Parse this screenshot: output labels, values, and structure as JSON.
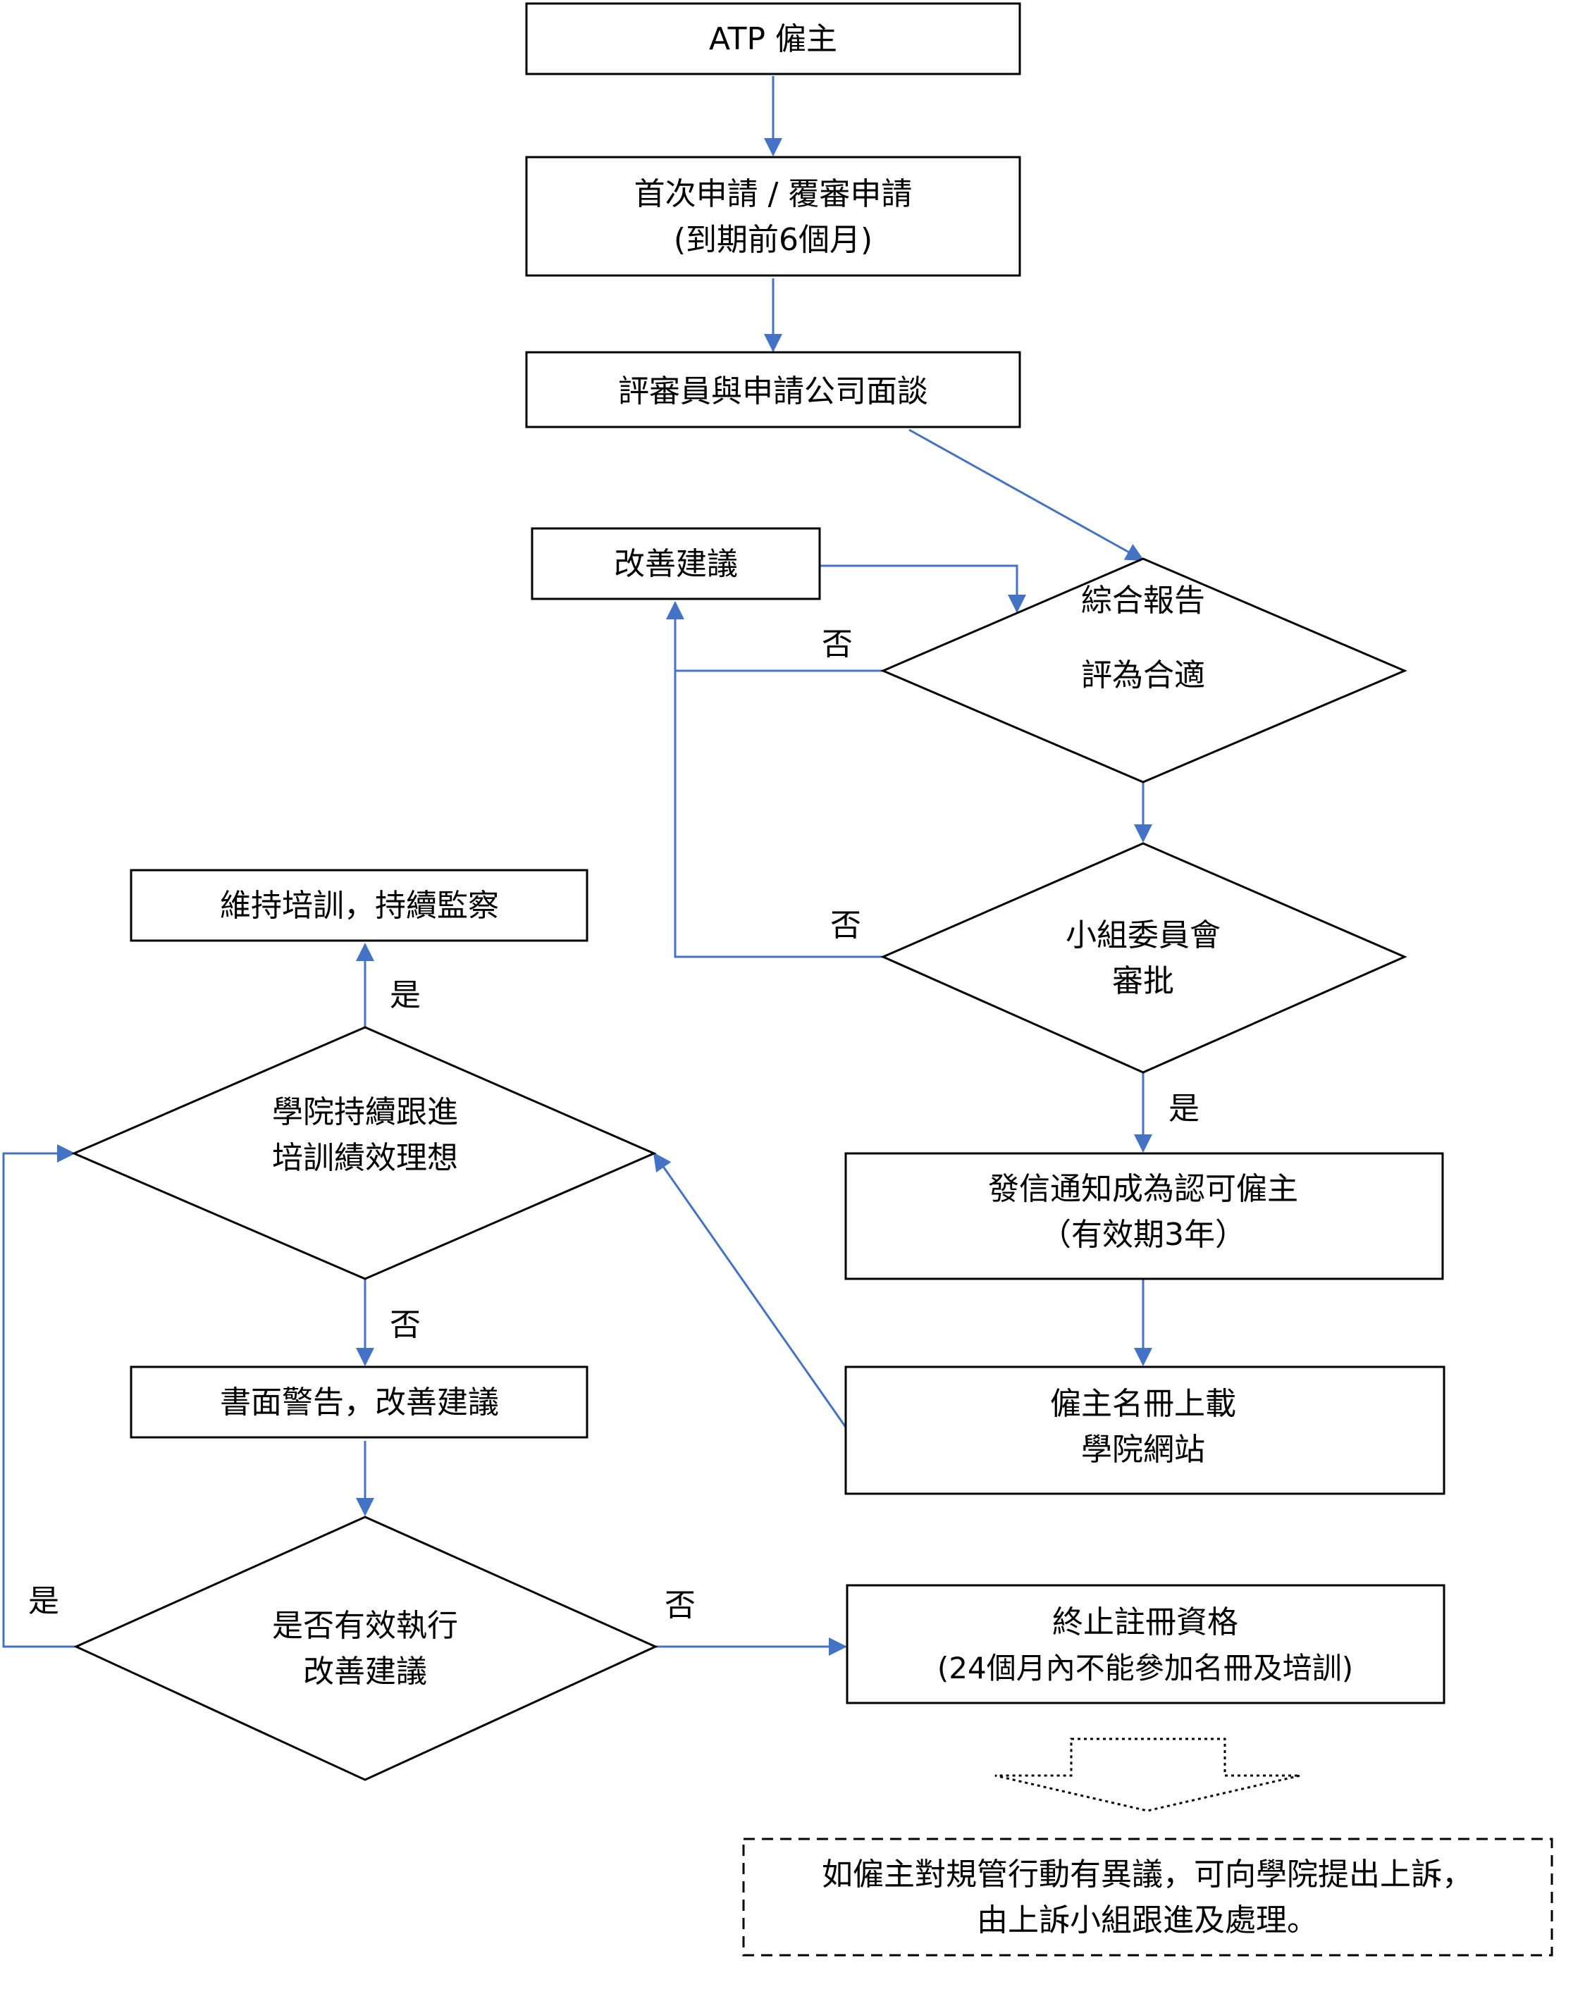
{
  "nodes": {
    "atp": {
      "lines": [
        "ATP 僱主"
      ]
    },
    "apply": {
      "lines": [
        "首次申請 / 覆審申請",
        "(到期前6個月)"
      ]
    },
    "interview": {
      "lines": [
        "評審員與申請公司面談"
      ]
    },
    "improve_top": {
      "lines": [
        "改善建議"
      ]
    },
    "report": {
      "lines": [
        "綜合報告",
        "評為合適"
      ]
    },
    "committee": {
      "lines": [
        "小組委員會",
        "審批"
      ]
    },
    "notify": {
      "lines": [
        "發信通知成為認可僱主",
        "（有效期3年）"
      ]
    },
    "upload": {
      "lines": [
        "僱主名冊上載",
        "學院網站"
      ]
    },
    "maintain": {
      "lines": [
        "維持培訓，持續監察"
      ]
    },
    "followup": {
      "lines": [
        "學院持續跟進",
        "培訓績效理想"
      ]
    },
    "warning": {
      "lines": [
        "書面警告，改善建議"
      ]
    },
    "effective": {
      "lines": [
        "是否有效執行",
        "改善建議"
      ]
    },
    "terminate": {
      "lines": [
        "終止註冊資格",
        "(24個月內不能參加名冊及培訓)"
      ]
    },
    "appeal": {
      "lines": [
        "如僱主對規管行動有異議，可向學院提出上訴，",
        "由上訴小組跟進及處理。"
      ]
    }
  },
  "labels": {
    "report_no": "否",
    "committee_no": "否",
    "committee_yes": "是",
    "followup_yes": "是",
    "followup_no": "否",
    "effective_yes": "是",
    "effective_no": "否"
  },
  "colors": {
    "connector": "#4472c4",
    "outline": "#000000",
    "fill": "#ffffff"
  }
}
